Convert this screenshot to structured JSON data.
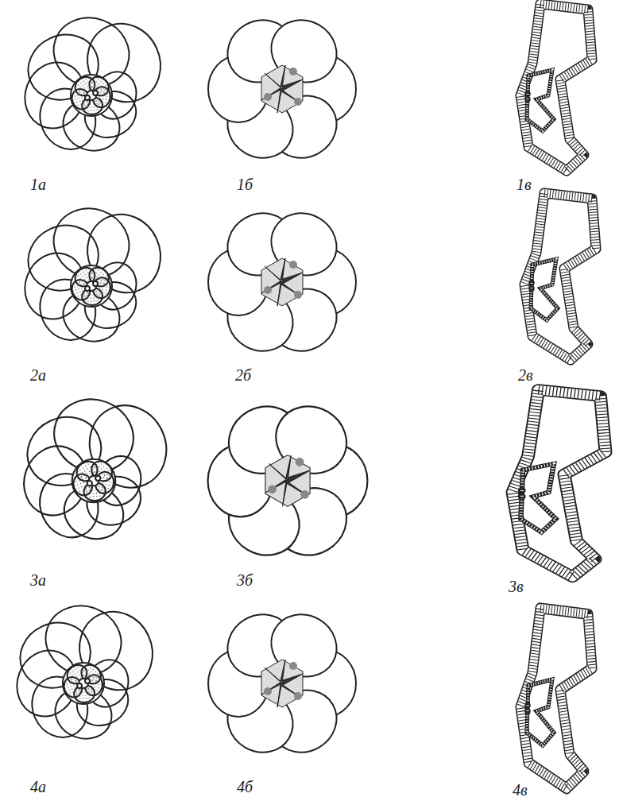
{
  "diagram": {
    "labels": [
      "1а",
      "1б",
      "1в",
      "2а",
      "2б",
      "2в",
      "3а",
      "3б",
      "3в",
      "4а",
      "4б",
      "4в"
    ]
  }
}
